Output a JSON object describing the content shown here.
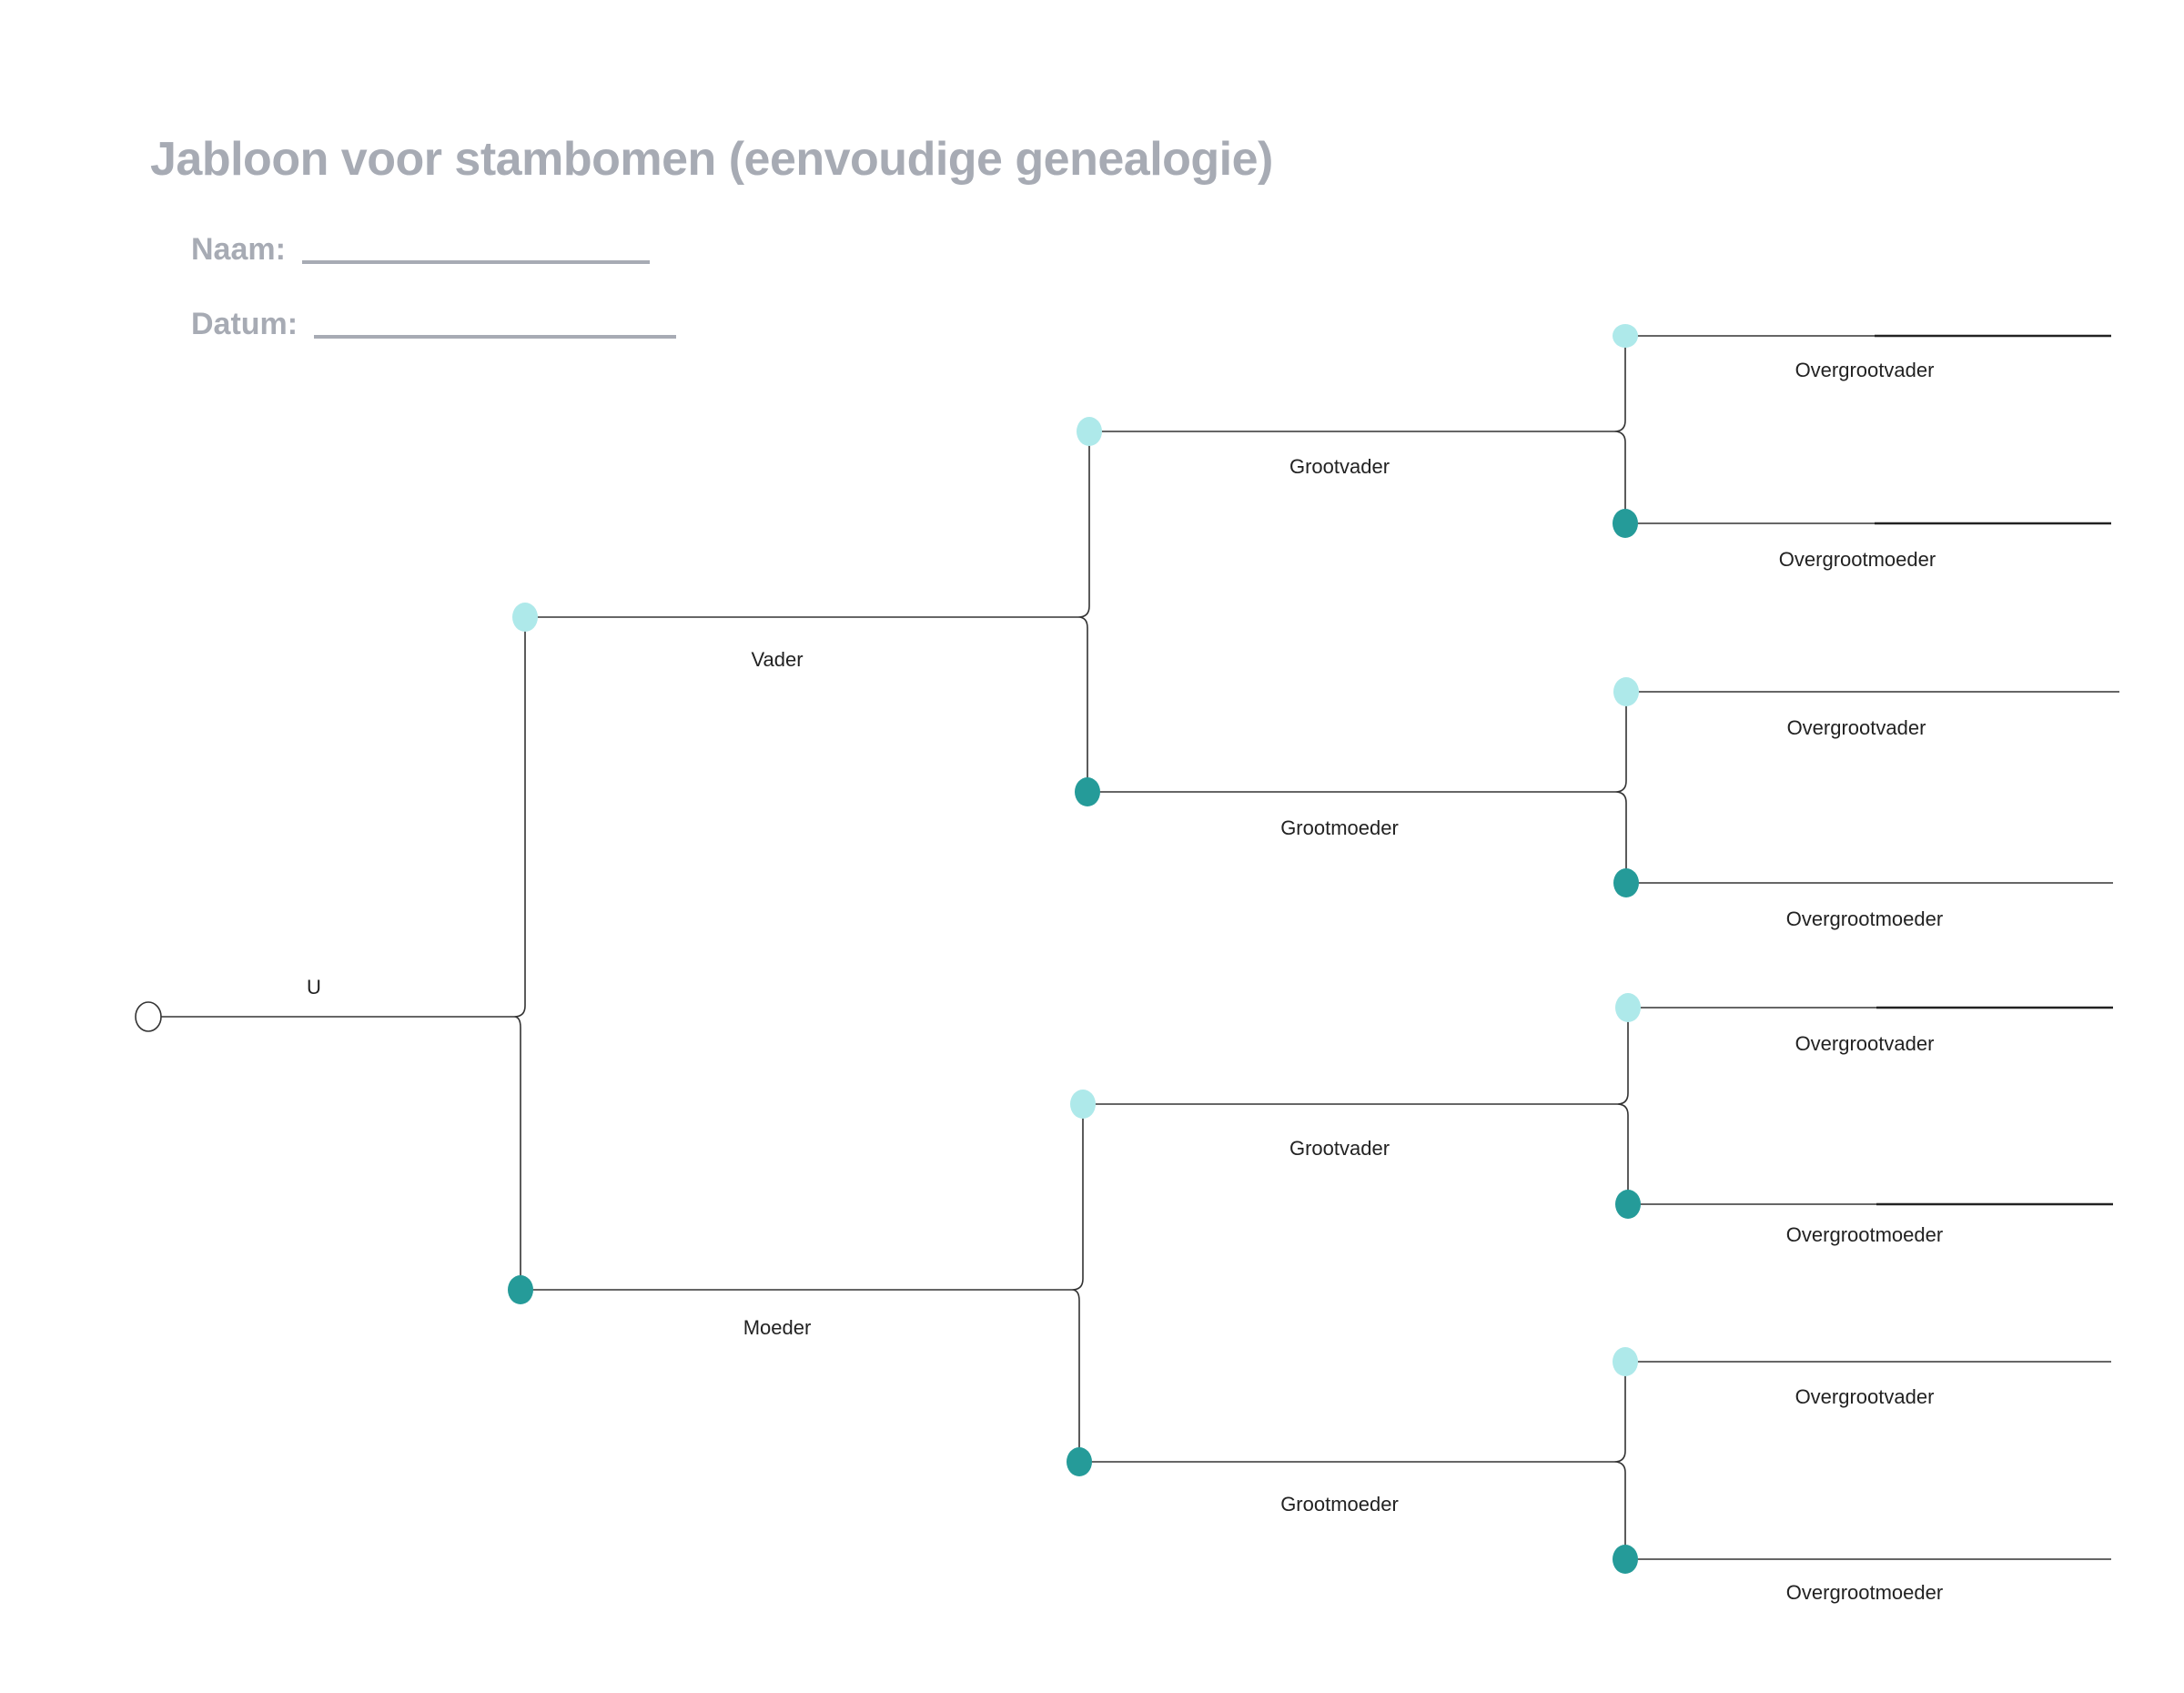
{
  "title": "Jabloon voor stambomen (eenvoudige genealogie)",
  "fields": {
    "name_label": "Naam:",
    "date_label": "Datum:"
  },
  "colors": {
    "father_node": "#aee9ea",
    "mother_node": "#259b99",
    "self_node": "#ffffff",
    "text_muted": "#a7abb4"
  },
  "tree": {
    "self": "U",
    "father": "Vader",
    "mother": "Moeder",
    "paternal_grandfather": "Grootvader",
    "paternal_grandmother": "Grootmoeder",
    "maternal_grandfather": "Grootvader",
    "maternal_grandmother": "Grootmoeder",
    "great_grandparents": [
      "Overgrootvader",
      "Overgrootmoeder",
      "Overgrootvader",
      "Overgrootmoeder",
      "Overgrootvader",
      "Overgrootmoeder",
      "Overgrootvader",
      "Overgrootmoeder"
    ]
  }
}
